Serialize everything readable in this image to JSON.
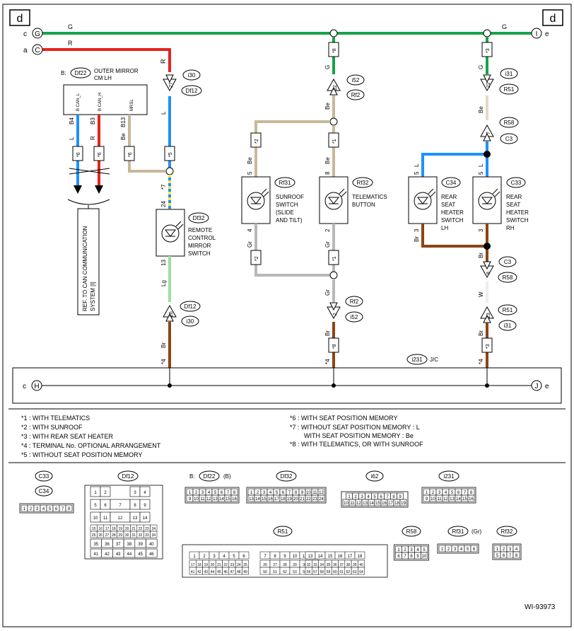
{
  "corner_tag": "d",
  "wire_codes": {
    "G": "G",
    "R": "R",
    "L": "L",
    "Be": "Be",
    "Gr": "Gr",
    "Br": "Br",
    "Lg": "Lg",
    "W": "W"
  },
  "terminals": {
    "c_G": "G",
    "c_label": "c",
    "a_C": "C",
    "a_label": "a",
    "I": "I",
    "e_label": "e",
    "H": "H",
    "J": "J"
  },
  "outer_mirror": {
    "prefix": "B:",
    "connector": "Df22",
    "title_l1": "OUTER MIRROR",
    "title_l2": "CM LH",
    "pins": [
      "B4",
      "B3",
      "B13"
    ],
    "pin_names": [
      "B CAN_L",
      "B CAN_H",
      "MRSL"
    ],
    "star": "*6"
  },
  "connectors": {
    "i30": "i30",
    "Df12": "Df12",
    "pin27": "27",
    "star5": "*5",
    "star7": "*7",
    "star4": "*4",
    "i52": "i52",
    "Rf2": "Rf2",
    "pin12": "12",
    "star8": "*8",
    "star1": "*1",
    "star2": "*2",
    "pin2": "2",
    "i31": "i31",
    "R51": "R51",
    "pin22": "22",
    "star3": "*3",
    "R58": "R58",
    "C3": "C3",
    "pin7": "7",
    "pin8": "8",
    "pin23": "23",
    "pin26": "26"
  },
  "df32": {
    "id": "Df32",
    "label": [
      "REMOTE",
      "CONTROL",
      "MIRROR",
      "SWITCH"
    ],
    "pin_top": "24",
    "pin_bottom": "13"
  },
  "rf31": {
    "id": "Rf31",
    "label": [
      "SUNROOF",
      "SWITCH",
      "(SLIDE",
      "AND TILT)"
    ],
    "pin_top": "5",
    "pin_bottom": "4"
  },
  "rf32": {
    "id": "Rf32",
    "label": [
      "TELEMATICS",
      "BUTTON"
    ],
    "pin_top": "8",
    "pin_bottom": "2"
  },
  "c34": {
    "id": "C34",
    "label": [
      "REAR",
      "SEAT",
      "HEATER",
      "SWITCH",
      "LH"
    ],
    "pin_top": "5",
    "pin_bottom": "3"
  },
  "c33": {
    "id": "C33",
    "label": [
      "REAR",
      "SEAT",
      "HEATER",
      "SWITCH",
      "RH"
    ],
    "pin_top": "5",
    "pin_bottom": "3"
  },
  "ref_box": [
    "REF. TO CAN COMMUNICATION",
    "SYSTEM [I]"
  ],
  "jc": {
    "id": "i231",
    "label": "J/C"
  },
  "notes_left": [
    "*1 : WITH TELEMATICS",
    "*2 : WITH SUNROOF",
    "*3 : WITH REAR SEAT HEATER",
    "*4 : TERMINAL No. OPTIONAL ARRANGEMENT",
    "*5 : WITHOUT SEAT POSITION MEMORY"
  ],
  "notes_right": [
    "*6 : WITH SEAT POSITION MEMORY",
    "*7 : WITHOUT SEAT POSITION MEMORY : L",
    "WITH SEAT POSITION MEMORY : Be",
    "*8 : WITH TELEMATICS, OR WITH SUNROOF"
  ],
  "connector_views": {
    "c33": "C33",
    "c34": "C34",
    "df12": "Df12",
    "df22_prefix": "B:",
    "df22": "Df22",
    "df22_suffix": "(B)",
    "df32": "Df32",
    "i62": "i62",
    "i231": "i231",
    "r51": "R51",
    "r58": "R58",
    "rf31": "Rf31",
    "rf31_suffix": "(Gr)",
    "rf32": "Rf32"
  },
  "figure_id": "WI-93973",
  "colors": {
    "green": "#16a34a",
    "red": "#e5241b",
    "blue": "#1e90ff",
    "tan": "#c8b89a",
    "brown": "#8b4513",
    "grey": "#b8b8b8",
    "lightgreen": "#99e0a0",
    "yellow": "#f5e642"
  }
}
